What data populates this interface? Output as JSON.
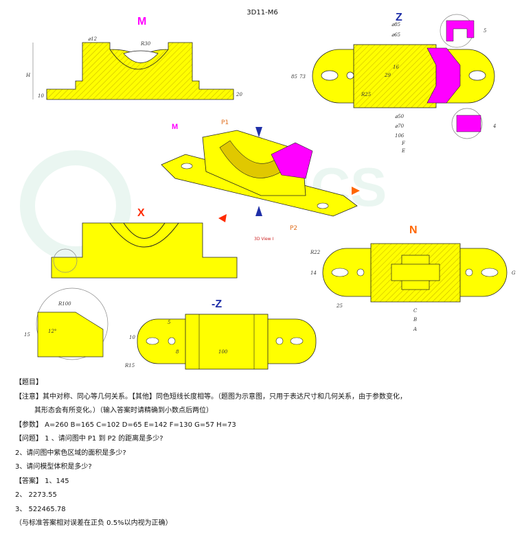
{
  "drawing": {
    "title": "3D11-M6",
    "view_labels": {
      "m": "M",
      "z": "Z",
      "x": "X",
      "neg_z": "-Z",
      "n": "N"
    },
    "iso_labels": {
      "m_tag": "M",
      "p1": "P1",
      "p2": "P2",
      "view_caption": "3D View I"
    },
    "dims_m": {
      "d12": "⌀12",
      "r30": "R30",
      "h": "H",
      "d10": "10",
      "d20": "20"
    },
    "dims_z": {
      "d85": "⌀85",
      "d65": "⌀65",
      "d50": "⌀50",
      "d70": "⌀70",
      "d106": "106",
      "f": "F",
      "e": "E",
      "h85": "85",
      "h73": "73",
      "h29": "29",
      "h16": "16",
      "r25": "R25",
      "d5": "5",
      "d4": "4"
    },
    "dims_x": {
      "r100": "R100",
      "a12": "12°",
      "d15": "15"
    },
    "dims_negz": {
      "d100": "100",
      "r15": "R15",
      "d10": "10",
      "d5": "5",
      "d8": "8"
    },
    "dims_n": {
      "r22": "R22",
      "d14": "14",
      "d25": "25",
      "c": "C",
      "b": "B",
      "a": "A",
      "g": "G"
    },
    "colors": {
      "part_fill": "#ffff00",
      "highlight": "#ff00ff",
      "view_letter_pink": "#ff00ff",
      "view_letter_blue": "#1f2fa8",
      "view_letter_orange": "#ff6600",
      "view_letter_red": "#ff2a00",
      "watermark": "#d9efe6"
    }
  },
  "problem": {
    "heading": "【题目】",
    "note": "【注意】其中对称、同心等几何关系。【其他】同色短线长度相等。（题图为示意图，只用于表达尺寸和几何关系，由于参数变化，",
    "note_cont": "其形态会有所变化。）（输入答案时请精确到小数点后两位）",
    "params": "【参数】 A=260  B=165  C=102  D=65  E=142  F=130  G=57  H=73",
    "q1": "【问题】  1 、请问图中  P1 到 P2 的距离是多少?",
    "q2": "2、请问图中紫色区域的面积是多少?",
    "q3": "3、请问模型体积是多少?",
    "a1": "【答案】 1、145",
    "a2": "2、 2273.55",
    "a3": "3、 522465.78",
    "tolerance": "（与标准答案相对误差在正负      0.5%以内视为正确）"
  }
}
